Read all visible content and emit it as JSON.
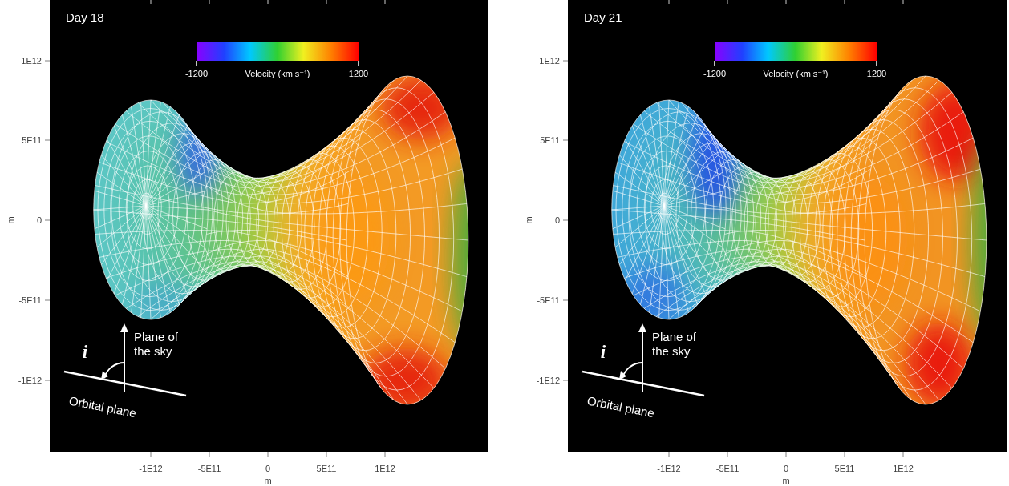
{
  "diagram": {
    "labels": [
      "Day 18",
      "-1200",
      "Velocity (km s⁻¹)",
      "1200",
      "1E12",
      "5E11",
      "0",
      "-5E11",
      "-1E12",
      "m",
      "-1E12",
      "-5E11",
      "0",
      "5E11",
      "1E12",
      "m",
      "i",
      "Plane of the sky",
      "Orbital plane",
      "Day 21",
      "-1200",
      "Velocity (km s⁻¹)",
      "1200",
      "1E12",
      "5E11",
      "0",
      "-5E11",
      "-1E12",
      "m",
      "-1E12",
      "-5E11",
      "0",
      "5E11",
      "1E12",
      "m",
      "i",
      "Plane of the sky",
      "Orbital plane"
    ]
  }
}
